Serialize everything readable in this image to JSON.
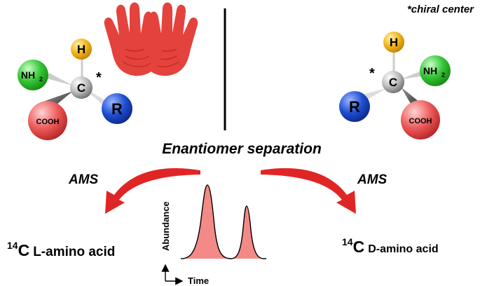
{
  "note": "*chiral center",
  "center_label": "Enantiomer separation",
  "arrow_left_label": "AMS",
  "arrow_right_label": "AMS",
  "result_left": {
    "isotope": "14",
    "element": "C",
    "name": "L-amino acid"
  },
  "result_right": {
    "isotope": "14",
    "element": "C",
    "name": "D-amino acid"
  },
  "axes": {
    "y": "Abundance",
    "x": "Time"
  },
  "molecule_left": {
    "h": "H",
    "nh2_main": "NH",
    "nh2_sub": "2",
    "c": "C",
    "r": "R",
    "cooh": "COOH",
    "star": "*"
  },
  "molecule_right": {
    "h": "H",
    "nh2_main": "NH",
    "nh2_sub": "2",
    "c": "C",
    "r": "R",
    "cooh": "COOH",
    "star": "*"
  },
  "colors": {
    "hand": "#e4423c",
    "arrow": "#e02625",
    "peak_fill": "#f48a88",
    "h_atom": "#f2b51a",
    "nh2_atom": "#35c435",
    "r_atom": "#1f4fd1",
    "cooh_atom": "#ec5a5a",
    "c_atom": "#bdbdbd"
  }
}
